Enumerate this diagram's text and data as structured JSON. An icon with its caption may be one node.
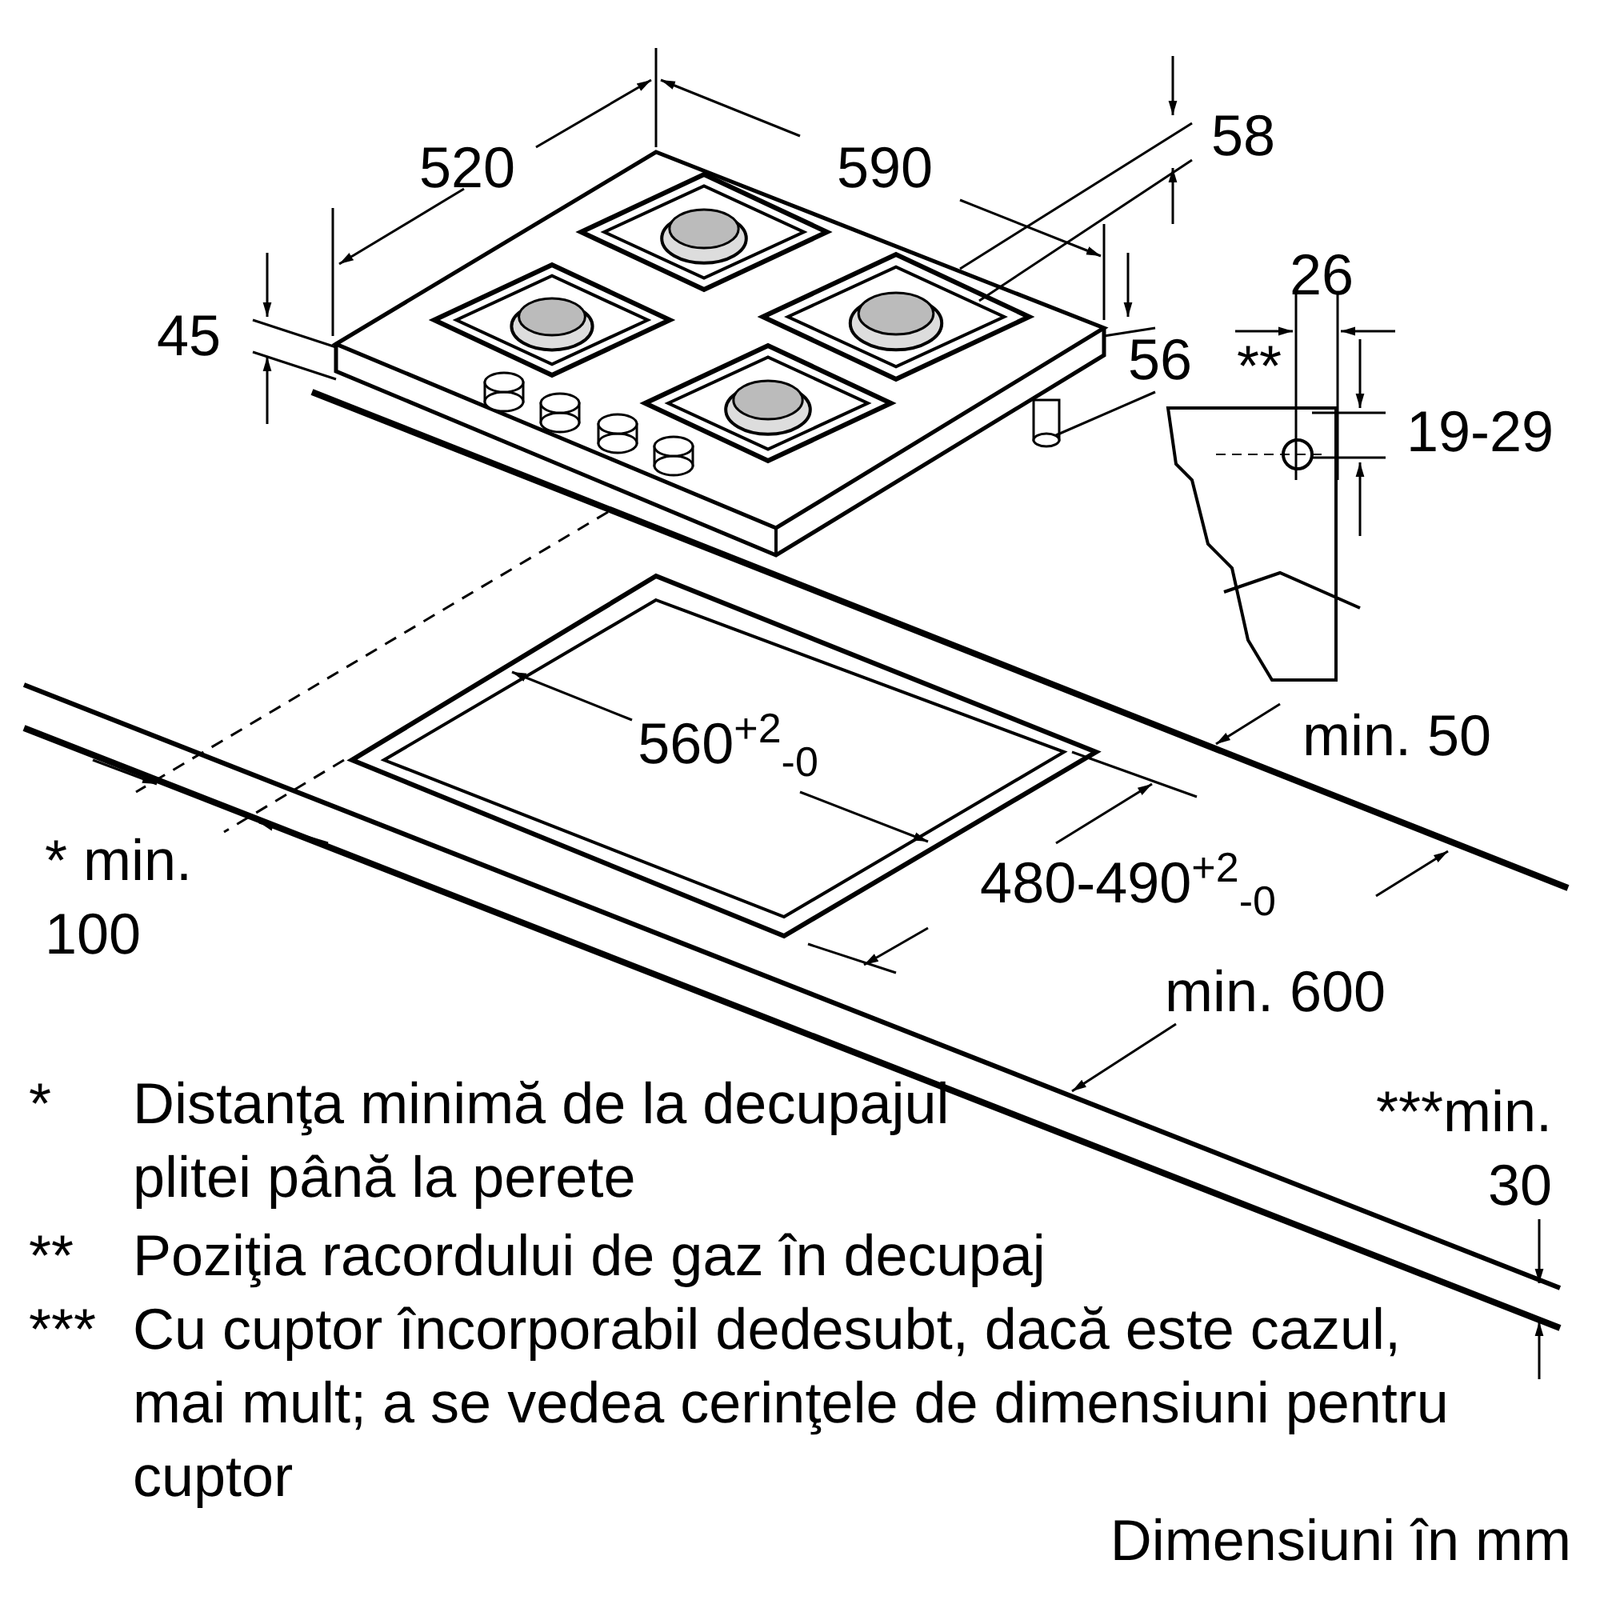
{
  "diagram": {
    "labels": [
      "520",
      "590",
      "58",
      "45",
      "26",
      "**",
      "56",
      "19-29",
      "560$^{+2}$$_{-0}$",
      "min. 50",
      "* min. 100",
      "480-490$^{+2}$$_{-0}$",
      "min. 600",
      "***min. 30",
      "*",
      "Distanţa minimă de la decupajul plitei până la perete",
      "**",
      "Poziţia racordului de gaz în decupaj",
      "***",
      "Cu cuptor încorporabil dedesubt, dacă este cazul, mai mult; a se vedea cerinţele de dimensiuni pentru cuptor",
      "Dimensiuni în mm"
    ]
  }
}
